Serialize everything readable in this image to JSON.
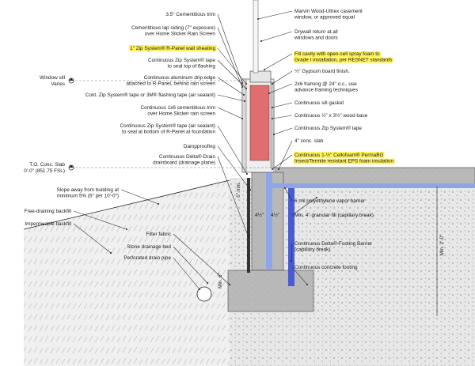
{
  "callouts_right": [
    {
      "id": "marvin",
      "lines": [
        "Marvin Wood-Ultrex casement",
        "window, or approved equal"
      ]
    },
    {
      "id": "drywall",
      "lines": [
        "Drywall return at all",
        "windows and doors"
      ]
    },
    {
      "id": "fill",
      "lines": [
        "Fill cavity with open-cell spray foam to",
        "Grade I installation, per RESNET standards"
      ],
      "highlight": true
    },
    {
      "id": "gypsum",
      "lines": [
        "½\" Gypsum board finish."
      ]
    },
    {
      "id": "framing",
      "lines": [
        "2x6 framing @ 24\" o.c., use",
        "advance framing techniques"
      ]
    },
    {
      "id": "sill-gasket",
      "lines": [
        "Continuous sill gasket"
      ]
    },
    {
      "id": "wood-base",
      "lines": [
        "Continuous ½\" x 3½\" wood base"
      ]
    },
    {
      "id": "zip-tape",
      "lines": [
        "Continuous Zip System® tape"
      ]
    },
    {
      "id": "slab",
      "lines": [
        "4\" conc. slab"
      ]
    },
    {
      "id": "cellofoam",
      "lines": [
        "Continuous 1-½\" Cellofoam® PermaBG",
        "Insect/Termite resistant EPS foam insulation"
      ],
      "highlight": true
    },
    {
      "id": "vapor",
      "lines": [
        "6 mil polyethylene vapor barrier"
      ]
    },
    {
      "id": "granular",
      "lines": [
        "Min. 4\" granular fill (capillary break)"
      ]
    },
    {
      "id": "footing-barrier",
      "lines": [
        "Continuous Delta®-Footing Barrier",
        "(capillary break)"
      ]
    },
    {
      "id": "footing",
      "lines": [
        "Continuous concrete footing"
      ]
    }
  ],
  "callouts_left": [
    {
      "id": "trim",
      "lines": [
        "3.5\" Cementitious trim"
      ]
    },
    {
      "id": "siding",
      "lines": [
        "Cementitious lap siding (7\" exposure)",
        "over Home Slicker Rain Screen"
      ]
    },
    {
      "id": "rpanel",
      "lines": [
        "1\" Zip System® R-Panel wall sheating"
      ],
      "highlight": true
    },
    {
      "id": "zip-tape-top",
      "lines": [
        "Continuous Zip System® tape",
        "to seal top of flashing"
      ]
    },
    {
      "id": "drip",
      "lines": [
        "Continuous aluminum drip edge",
        "attached to R-Panel, behind rain screen"
      ]
    },
    {
      "id": "flashing",
      "lines": [
        "Cont. Zip System® tape or 3M® flashing tape (air sealant)"
      ]
    },
    {
      "id": "trim1x6",
      "lines": [
        "Continuous 1x6 cementitious trim",
        "over Home Slicker rain screen"
      ]
    },
    {
      "id": "zip-tape-bottom",
      "lines": [
        "Continuous Zip System® tape (air sealant)",
        "to seal at bottom of R-Panel at foundation"
      ]
    },
    {
      "id": "dampproofing",
      "lines": [
        "Dampproofing"
      ]
    },
    {
      "id": "delta-drain",
      "lines": [
        "Continuous Delta®-Drain",
        "drainboard (drainage plane)"
      ]
    },
    {
      "id": "slope",
      "lines": [
        "Slope away from building at",
        "minimum 5% (6\" per 10'-0\")"
      ]
    },
    {
      "id": "backfill-free",
      "lines": [
        "Free-draining backfill"
      ]
    },
    {
      "id": "backfill-imp",
      "lines": [
        "Impermeable backfill"
      ]
    },
    {
      "id": "filter",
      "lines": [
        "Filter fabric"
      ]
    },
    {
      "id": "stone",
      "lines": [
        "Stone drainage bed"
      ]
    },
    {
      "id": "drain-pipe",
      "lines": [
        "Perforated drain pipe"
      ]
    }
  ],
  "markers": {
    "sill_label": "Window sill",
    "sill_sub": "Varies",
    "slab_label": "T.O. Conc. Slab",
    "slab_sub": "0'-0\" (851.75 FSL)"
  },
  "dimensions": {
    "min_6_upper": "6\" min.",
    "half_left": "4½\"",
    "half_right": "4½\"",
    "min_6_lower": "Min. 6\"",
    "min_2": "Min. 2'-0\""
  },
  "colors": {
    "highlight": "#fff25c",
    "insulation": "#e06e6e",
    "barrier": "#5060c8",
    "concrete": "#b5b5b5",
    "gravel": "#d4d4d4"
  }
}
